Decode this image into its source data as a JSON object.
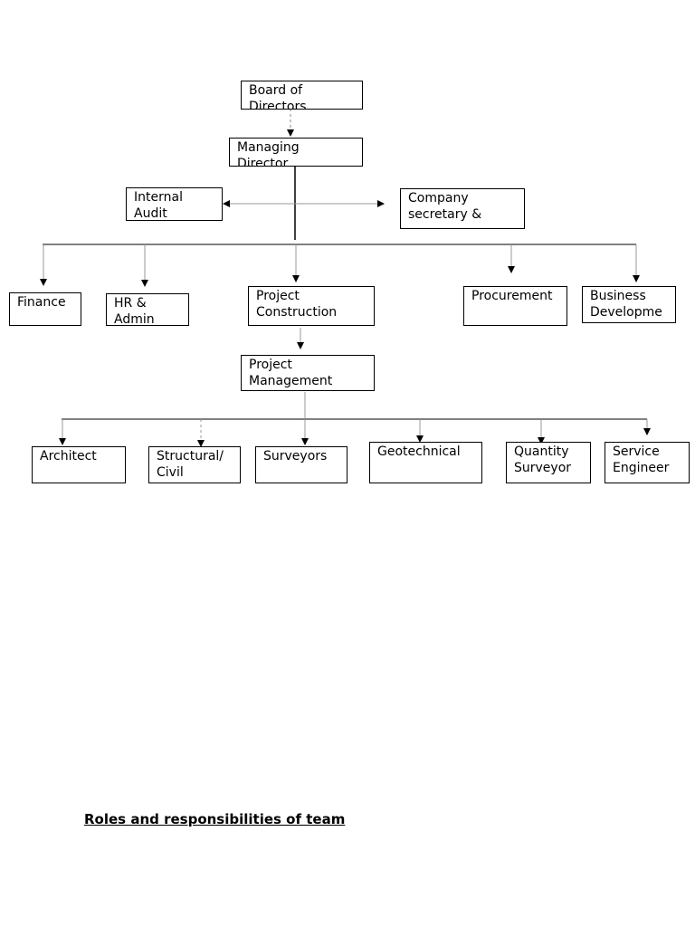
{
  "org_chart": {
    "board": "Board of\nDirectors",
    "managing_director": "Managing\nDirector",
    "internal_audit": "Internal\nAudit",
    "company_secretary": "Company\nsecretary &",
    "finance": "Finance",
    "hr_admin": "HR &\nAdmin",
    "project_construction": "Project\nConstruction",
    "procurement": "Procurement",
    "business_development": "Business\nDevelopme",
    "project_management": "Project\nManagement",
    "architect": "Architect",
    "structural_civil": "Structural/\nCivil",
    "surveyors": "Surveyors",
    "geotechnical": "Geotechnical",
    "quantity_surveyor": "Quantity\nSurveyor",
    "service_engineer": "Service\nEngineer"
  },
  "section_heading": "Roles and responsibilities of team"
}
